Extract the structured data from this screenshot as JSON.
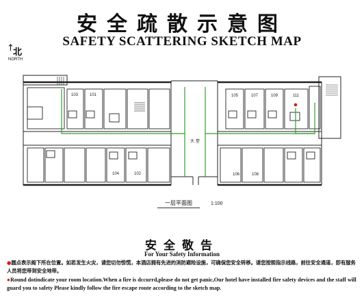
{
  "title": {
    "cn": "安全疏散示意图",
    "en": "SAFETY SCATTERING SKETCH MAP"
  },
  "north": {
    "arrow": "↑",
    "cn": "北",
    "en": "NORTH"
  },
  "plan": {
    "hall_label": "大 堂",
    "rooms_top_left": [
      "103",
      "101"
    ],
    "rooms_top_right": [
      "105",
      "107",
      "109",
      "111"
    ],
    "rooms_bottom_left": [
      "104",
      "102"
    ],
    "rooms_bottom_right": [
      "106",
      "108"
    ],
    "you_are_here_room": "111",
    "colors": {
      "wall": "#222222",
      "route": "#2e9e2e",
      "marker": "#d81b1b"
    }
  },
  "floor": {
    "name": "一层平面图",
    "scale": "1:100"
  },
  "notice": {
    "title_cn": "安全敬告",
    "title_en": "For Your Safety Information",
    "bullet": "●",
    "para_cn": "圆点表示阁下所在位置。如若发生火灾，请您切勿惊慌，本酒店拥有先进的消防避险设施，可确保您安全转移。请您按照指示线路，前往安全通道，即有服务人员将您带到安全地带。",
    "para_en": "Round dotindicate your room location.When a fire is dccurrd,please do not get panic,Our hotel have installed fire safety devices and the staff will guard you to safety Please kindly follow the fire escape route according to the sketch map."
  }
}
